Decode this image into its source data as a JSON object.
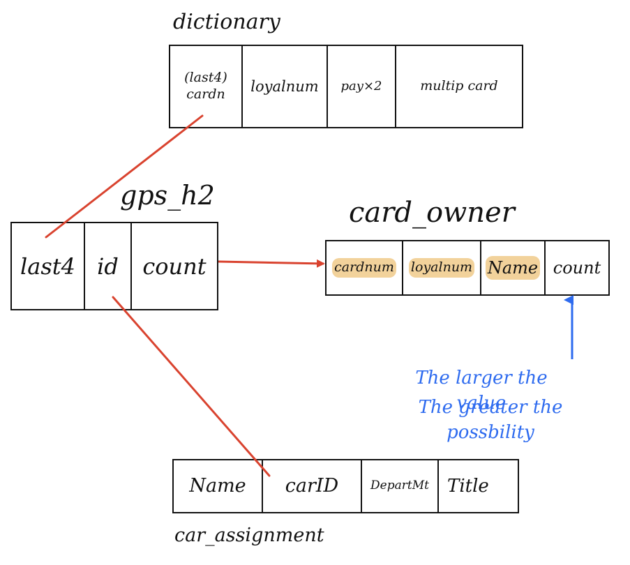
{
  "dictionary": {
    "title": "dictionary",
    "columns": [
      "(last4) cardn",
      "loyalnum",
      "pay×2",
      "multip card"
    ]
  },
  "gps_h2": {
    "title": "gps_h2",
    "columns": [
      "last4",
      "id",
      "count"
    ]
  },
  "card_owner": {
    "title": "card_owner",
    "columns": [
      "cardnum",
      "loyalnum",
      "Name",
      "count"
    ]
  },
  "car_assignment": {
    "title": "car_assignment",
    "columns": [
      "Name",
      "carID",
      "DepartMt",
      "Title"
    ]
  },
  "note": {
    "line1": "The larger the value",
    "line2": "The greater the possbility"
  },
  "colors": {
    "link_line": "#d9432f",
    "note_arrow": "#2e6bef",
    "highlight": "#f2d29b",
    "ink": "#111111"
  }
}
